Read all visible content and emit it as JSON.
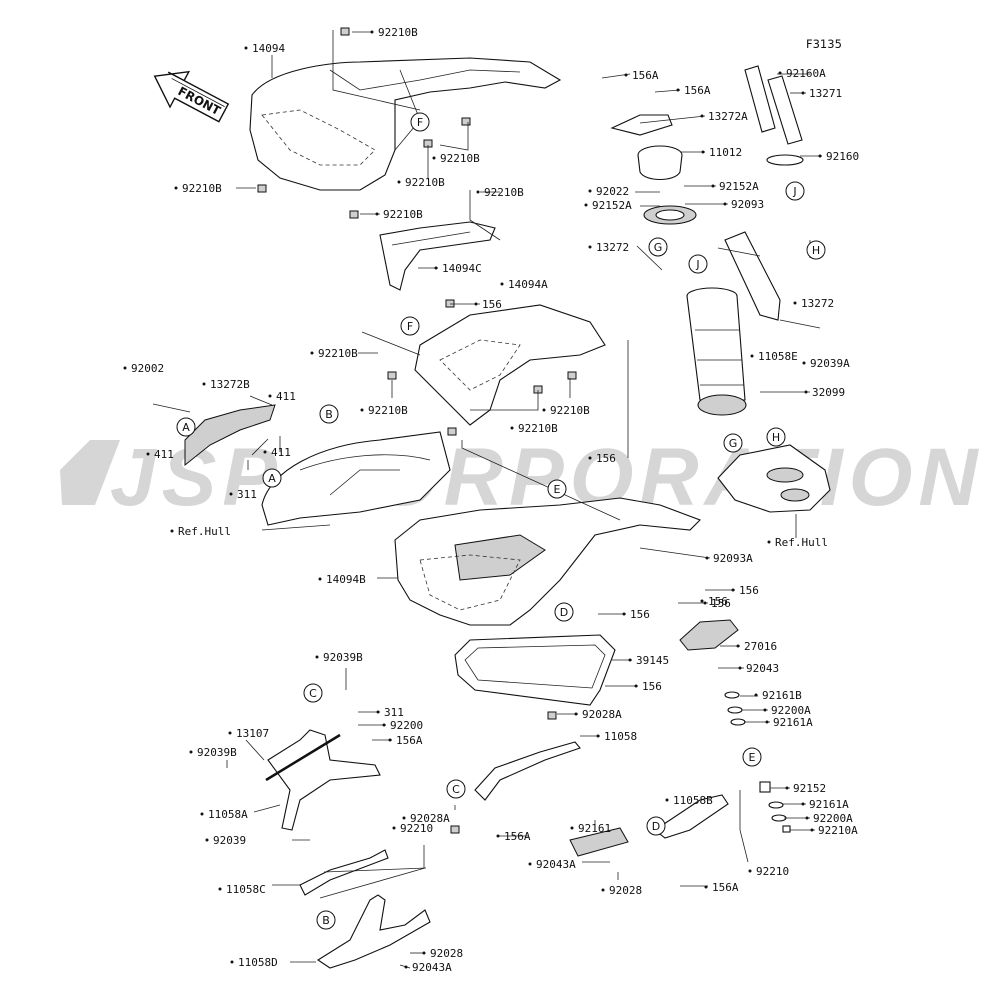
{
  "figure_code": "F3135",
  "front_label": "FRONT",
  "watermark": "JSP CORPORATION",
  "callouts": [
    {
      "label": "14094"
    },
    {
      "label": "92210B"
    },
    {
      "label": "92210B"
    },
    {
      "label": "92210B"
    },
    {
      "label": "92210B"
    },
    {
      "label": "92210B"
    },
    {
      "label": "14094C"
    },
    {
      "label": "92210B"
    },
    {
      "label": "14094A"
    },
    {
      "label": "156"
    },
    {
      "label": "92210B"
    },
    {
      "label": "92210B"
    },
    {
      "label": "92210B"
    },
    {
      "label": "92210B"
    },
    {
      "label": "156"
    },
    {
      "label": "156"
    },
    {
      "label": "92002"
    },
    {
      "label": "13272B"
    },
    {
      "label": "411"
    },
    {
      "label": "411"
    },
    {
      "label": "411"
    },
    {
      "label": "311"
    },
    {
      "label": "Ref.Hull"
    },
    {
      "label": "14094B"
    },
    {
      "label": "156A"
    },
    {
      "label": "156A"
    },
    {
      "label": "13272A"
    },
    {
      "label": "11012"
    },
    {
      "label": "92022"
    },
    {
      "label": "92152A"
    },
    {
      "label": "92152A"
    },
    {
      "label": "92093"
    },
    {
      "label": "13272"
    },
    {
      "label": "92160A"
    },
    {
      "label": "13271"
    },
    {
      "label": "92160"
    },
    {
      "label": "13272"
    },
    {
      "label": "11058E"
    },
    {
      "label": "92039A"
    },
    {
      "label": "32099"
    },
    {
      "label": "Ref.Hull"
    },
    {
      "label": "92093A"
    },
    {
      "label": "156"
    },
    {
      "label": "156"
    },
    {
      "label": "156"
    },
    {
      "label": "39145"
    },
    {
      "label": "156"
    },
    {
      "label": "27016"
    },
    {
      "label": "92043"
    },
    {
      "label": "92161B"
    },
    {
      "label": "92200A"
    },
    {
      "label": "92161A"
    },
    {
      "label": "92152"
    },
    {
      "label": "92161A"
    },
    {
      "label": "92200A"
    },
    {
      "label": "92210A"
    },
    {
      "label": "92039B"
    },
    {
      "label": "311"
    },
    {
      "label": "92200"
    },
    {
      "label": "156A"
    },
    {
      "label": "13107"
    },
    {
      "label": "92039B"
    },
    {
      "label": "11058A"
    },
    {
      "label": "92039"
    },
    {
      "label": "11058C"
    },
    {
      "label": "11058D"
    },
    {
      "label": "92028A"
    },
    {
      "label": "11058"
    },
    {
      "label": "92028A"
    },
    {
      "label": "156A"
    },
    {
      "label": "92161"
    },
    {
      "label": "92043A"
    },
    {
      "label": "92028"
    },
    {
      "label": "11058B"
    },
    {
      "label": "92210"
    },
    {
      "label": "156A"
    },
    {
      "label": "92210"
    },
    {
      "label": "92028"
    },
    {
      "label": "92043A"
    }
  ],
  "ref_markers": [
    {
      "letter": "F"
    },
    {
      "letter": "F"
    },
    {
      "letter": "A"
    },
    {
      "letter": "A"
    },
    {
      "letter": "B"
    },
    {
      "letter": "B"
    },
    {
      "letter": "C"
    },
    {
      "letter": "C"
    },
    {
      "letter": "D"
    },
    {
      "letter": "D"
    },
    {
      "letter": "E"
    },
    {
      "letter": "E"
    },
    {
      "letter": "G"
    },
    {
      "letter": "G"
    },
    {
      "letter": "H"
    },
    {
      "letter": "H"
    },
    {
      "letter": "J"
    },
    {
      "letter": "J"
    }
  ]
}
